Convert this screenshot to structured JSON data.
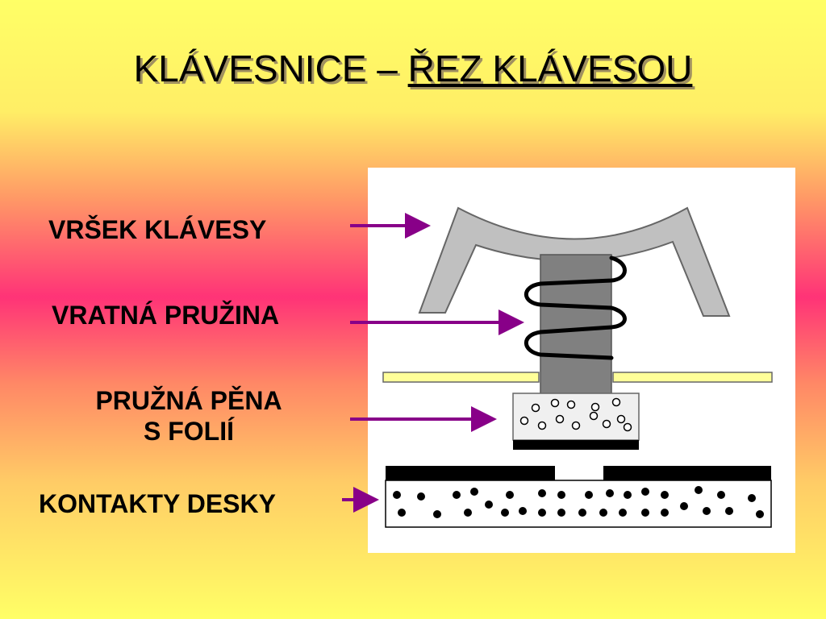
{
  "title": {
    "part1": "KLÁVESNICE – ",
    "part2": "ŘEZ KLÁVESOU"
  },
  "labels": {
    "keycap": "VRŠEK KLÁVESY",
    "spring": "VRATNÁ PRUŽINA",
    "foam_line1": "PRUŽNÁ PĚNA",
    "foam_line2": "S FOLIÍ",
    "contacts": "KONTAKTY DESKY"
  },
  "colors": {
    "arrow": "#880088",
    "keycap": "#c0c0c0",
    "stem": "#808080",
    "plate": "#ffff99",
    "panel": "#ffffff"
  }
}
